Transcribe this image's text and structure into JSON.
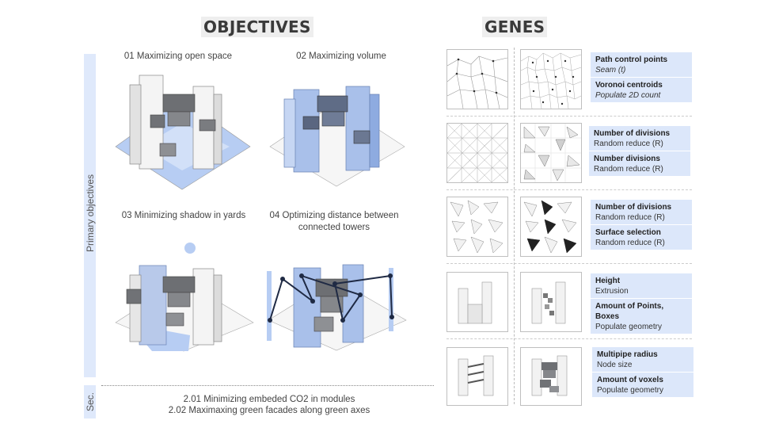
{
  "headings": {
    "objectives": "OBJECTIVES",
    "genes": "GENES"
  },
  "sidebar": {
    "primary": "Primary objectives",
    "secondary": "Sec."
  },
  "objectives": [
    {
      "label": "01 Maximizing  open space"
    },
    {
      "label": "02 Maximizing  volume"
    },
    {
      "label": "03 Minimizing  shadow in yards"
    },
    {
      "label1": "04 Optimizing distance between",
      "label2": "connected towers"
    }
  ],
  "secondary": [
    "2.01 Minimizing embeded CO2 in modules",
    "2.02 Maximaxing green facades along green axes"
  ],
  "genes": [
    {
      "title": "Path control points",
      "sub": "Seam (t)"
    },
    {
      "title": "Voronoi centroids",
      "sub": "Populate 2D count"
    },
    {
      "title": "Number of divisions",
      "sub": "Random reduce (R)"
    },
    {
      "title": "Number divisions",
      "sub": "Random reduce (R)"
    },
    {
      "title": "Number of divisions",
      "sub": "Random reduce (R)"
    },
    {
      "title": "Surface selection",
      "sub": "Random reduce (R)"
    },
    {
      "title": "Height",
      "sub": "Extrusion"
    },
    {
      "title": "Amount of Points, Boxes",
      "sub": "Populate geometry"
    },
    {
      "title": "Multipipe radius",
      "sub": "Node size"
    },
    {
      "title": "Amount of voxels",
      "sub": "Populate geometry"
    }
  ],
  "colors": {
    "accent": "#dce7fa",
    "sidebar": "#dfe9fb",
    "building_blue": "#a9c0ea",
    "dark_link": "#1f2a44"
  }
}
